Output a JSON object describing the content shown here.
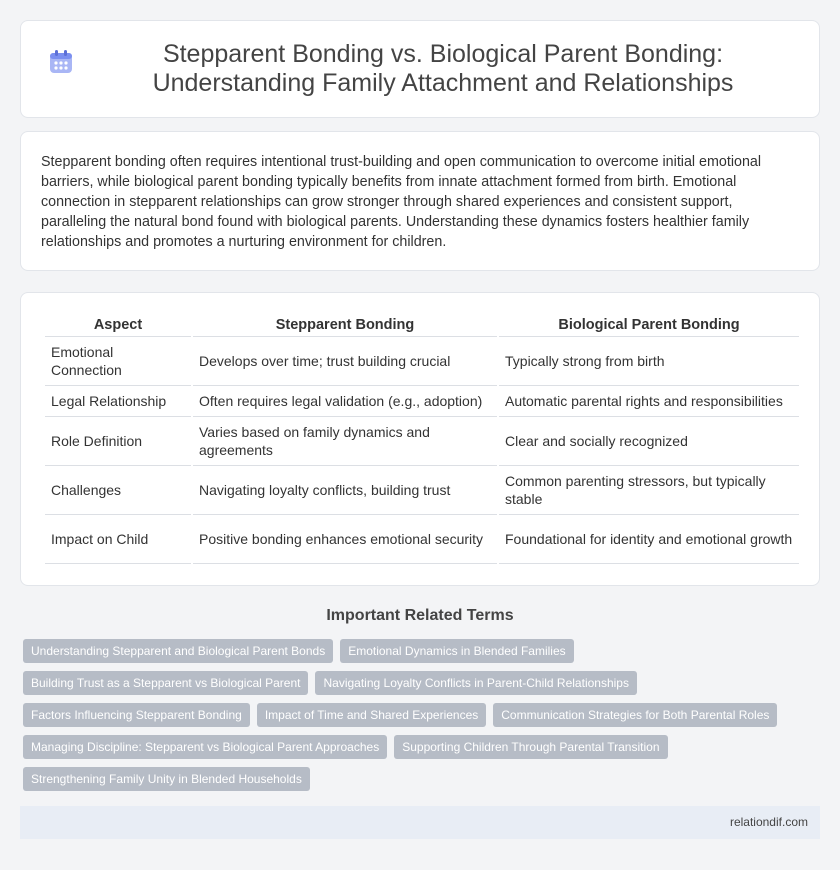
{
  "header": {
    "title": "Stepparent Bonding vs. Biological Parent Bonding: Understanding Family Attachment and Relationships",
    "icon": "calendar-icon"
  },
  "intro": {
    "text": "Stepparent bonding often requires intentional trust-building and open communication to overcome initial emotional barriers, while biological parent bonding typically benefits from innate attachment formed from birth. Emotional connection in stepparent relationships can grow stronger through shared experiences and consistent support, paralleling the natural bond found with biological parents. Understanding these dynamics fosters healthier family relationships and promotes a nurturing environment for children."
  },
  "table": {
    "headers": [
      "Aspect",
      "Stepparent Bonding",
      "Biological Parent Bonding"
    ],
    "rows": [
      [
        "Emotional Connection",
        "Develops over time; trust building crucial",
        "Typically strong from birth"
      ],
      [
        "Legal Relationship",
        "Often requires legal validation (e.g., adoption)",
        "Automatic parental rights and responsibilities"
      ],
      [
        "Role Definition",
        "Varies based on family dynamics and agreements",
        "Clear and socially recognized"
      ],
      [
        "Challenges",
        "Navigating loyalty conflicts, building trust",
        "Common parenting stressors, but typically stable"
      ],
      [
        "Impact on Child",
        "Positive bonding enhances emotional security",
        "Foundational for identity and emotional growth"
      ]
    ]
  },
  "related": {
    "heading": "Important Related Terms",
    "tags": [
      "Understanding Stepparent and Biological Parent Bonds",
      "Emotional Dynamics in Blended Families",
      "Building Trust as a Stepparent vs Biological Parent",
      "Navigating Loyalty Conflicts in Parent-Child Relationships",
      "Factors Influencing Stepparent Bonding",
      "Impact of Time and Shared Experiences",
      "Communication Strategies for Both Parental Roles",
      "Managing Discipline: Stepparent vs Biological Parent Approaches",
      "Supporting Children Through Parental Transition",
      "Strengthening Family Unity in Blended Households"
    ]
  },
  "footer": {
    "site": "relationdif.com"
  },
  "colors": {
    "tag_bg": "#b6bcc6",
    "footer_bg": "#e8edf5",
    "icon_accent": "#7b8ff0"
  }
}
